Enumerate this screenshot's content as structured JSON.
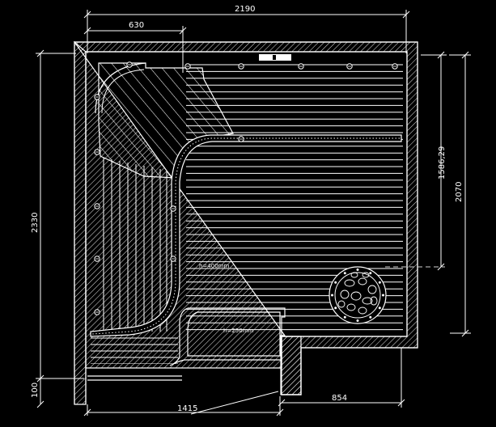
{
  "dimensions": {
    "total_width": "2190",
    "top_segment": "630",
    "left_height": "2330",
    "right_inner_height": "1586,29",
    "right_height": "2070",
    "bottom_left_offset": "100",
    "door_width": "1415",
    "notch_width": "854"
  },
  "annotations": {
    "upper_bench": "h=400mm",
    "lower_bench": "h=250mm"
  },
  "colors": {
    "background": "#000000",
    "lines": "#ffffff",
    "dashed": "#d0d0d0"
  }
}
